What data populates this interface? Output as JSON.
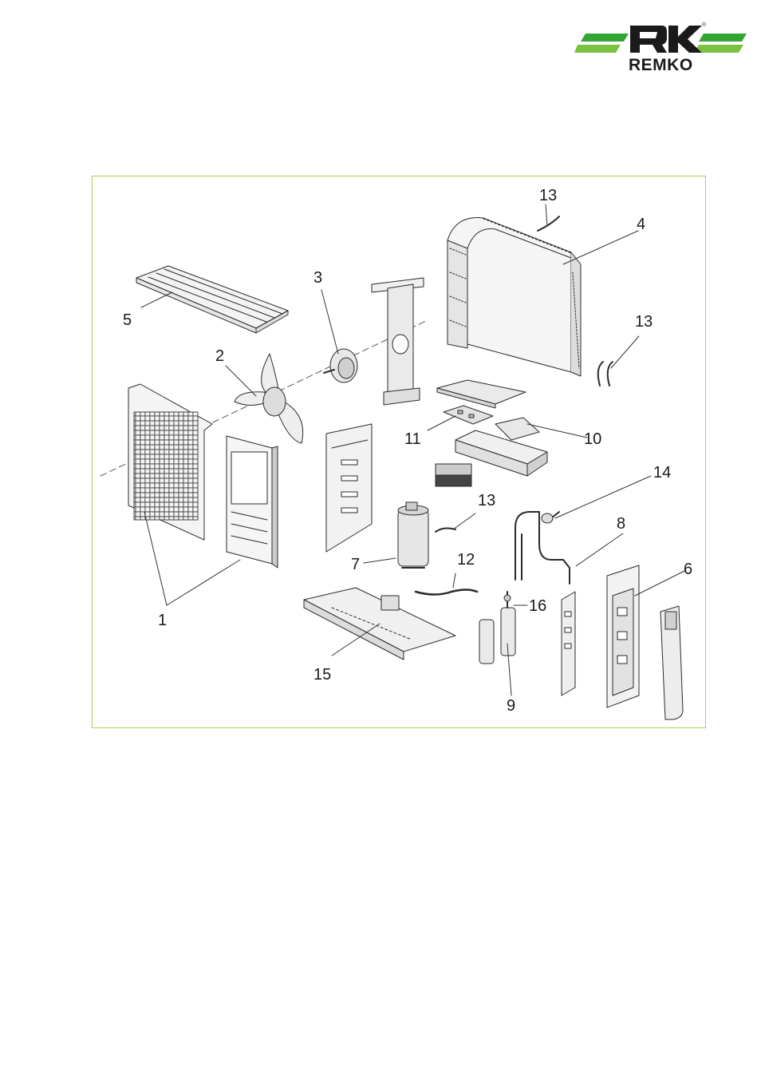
{
  "brand": {
    "name": "REMKO",
    "registered_mark": "®",
    "colors": {
      "stripe_dark": "#33a532",
      "stripe_light": "#7cc242",
      "frame_border": "#a8d05a",
      "ink": "#1a1a1a"
    }
  },
  "diagram": {
    "callouts": [
      {
        "id": "c13a",
        "text": "13"
      },
      {
        "id": "c4",
        "text": "4"
      },
      {
        "id": "c3",
        "text": "3"
      },
      {
        "id": "c5",
        "text": "5"
      },
      {
        "id": "c13b",
        "text": "13"
      },
      {
        "id": "c2",
        "text": "2"
      },
      {
        "id": "c11",
        "text": "11"
      },
      {
        "id": "c10",
        "text": "10"
      },
      {
        "id": "c14",
        "text": "14"
      },
      {
        "id": "c13c",
        "text": "13"
      },
      {
        "id": "c8",
        "text": "8"
      },
      {
        "id": "c12",
        "text": "12"
      },
      {
        "id": "c7",
        "text": "7"
      },
      {
        "id": "c6",
        "text": "6"
      },
      {
        "id": "c16",
        "text": "16"
      },
      {
        "id": "c1",
        "text": "1"
      },
      {
        "id": "c15",
        "text": "15"
      },
      {
        "id": "c9",
        "text": "9"
      }
    ]
  }
}
